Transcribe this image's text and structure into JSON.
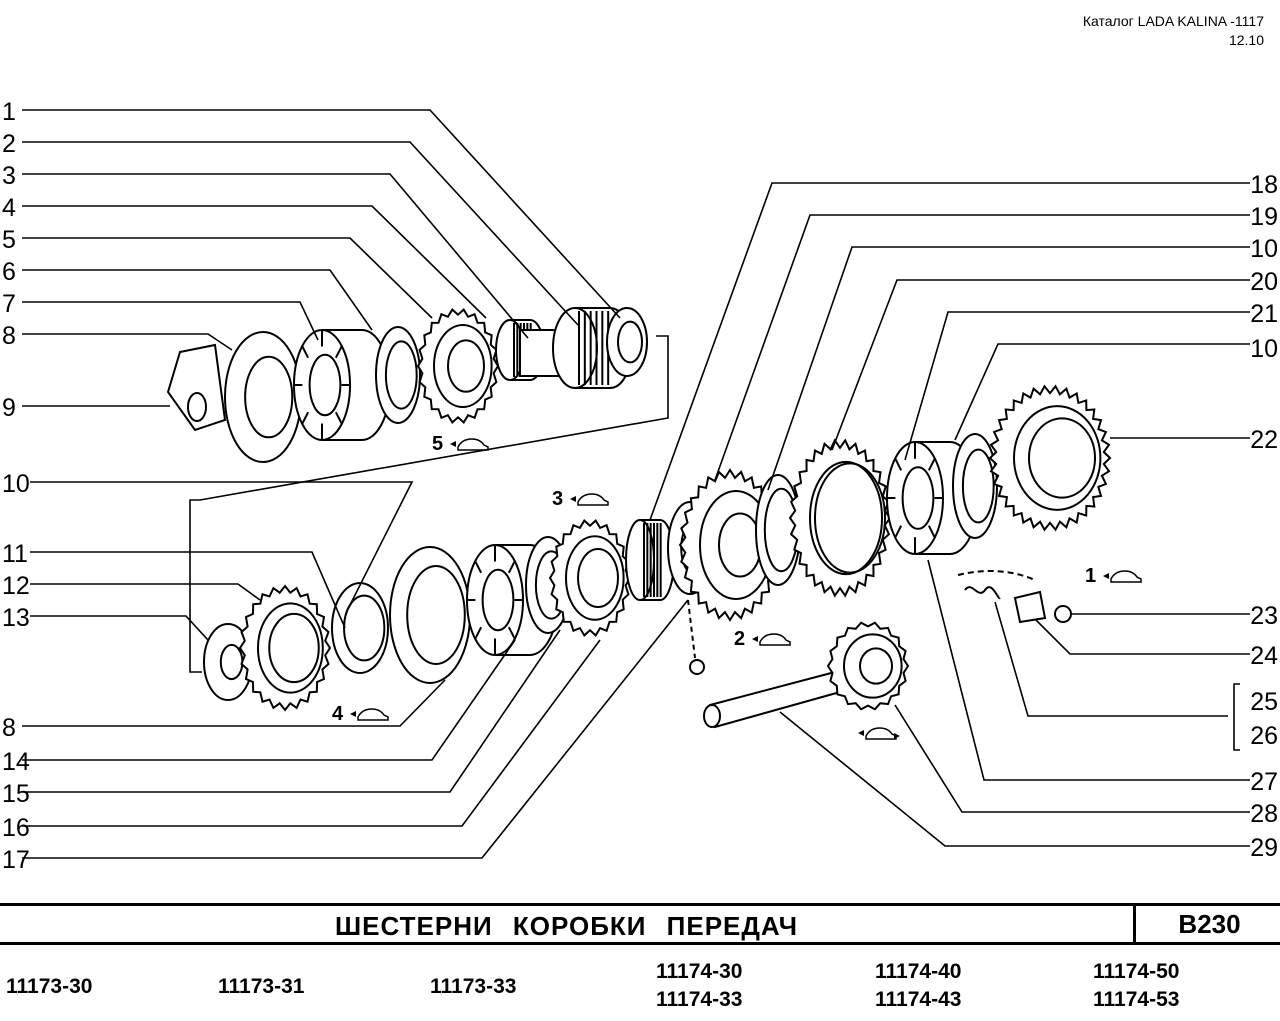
{
  "header": {
    "catalog": "Каталог LADA KALINA -1117",
    "date": "12.10"
  },
  "callouts": {
    "left": [
      "1",
      "2",
      "3",
      "4",
      "5",
      "6",
      "7",
      "8",
      "9",
      "10",
      "11",
      "12",
      "13",
      "8",
      "14",
      "15",
      "16",
      "17"
    ],
    "right": [
      "18",
      "19",
      "10",
      "20",
      "21",
      "10",
      "22",
      "23",
      "24",
      "25",
      "26",
      "27",
      "28",
      "29"
    ]
  },
  "gear_marks": [
    "5",
    "3",
    "4",
    "2",
    "1"
  ],
  "title": "ШЕСТЕРНИ КОРОБКИ ПЕРЕДАЧ",
  "section_code": "B230",
  "models": [
    [
      "11173-30"
    ],
    [
      "11173-31"
    ],
    [
      "11173-33"
    ],
    [
      "11174-30",
      "11174-33"
    ],
    [
      "11174-40",
      "11174-43"
    ],
    [
      "11174-50",
      "11174-53"
    ]
  ]
}
